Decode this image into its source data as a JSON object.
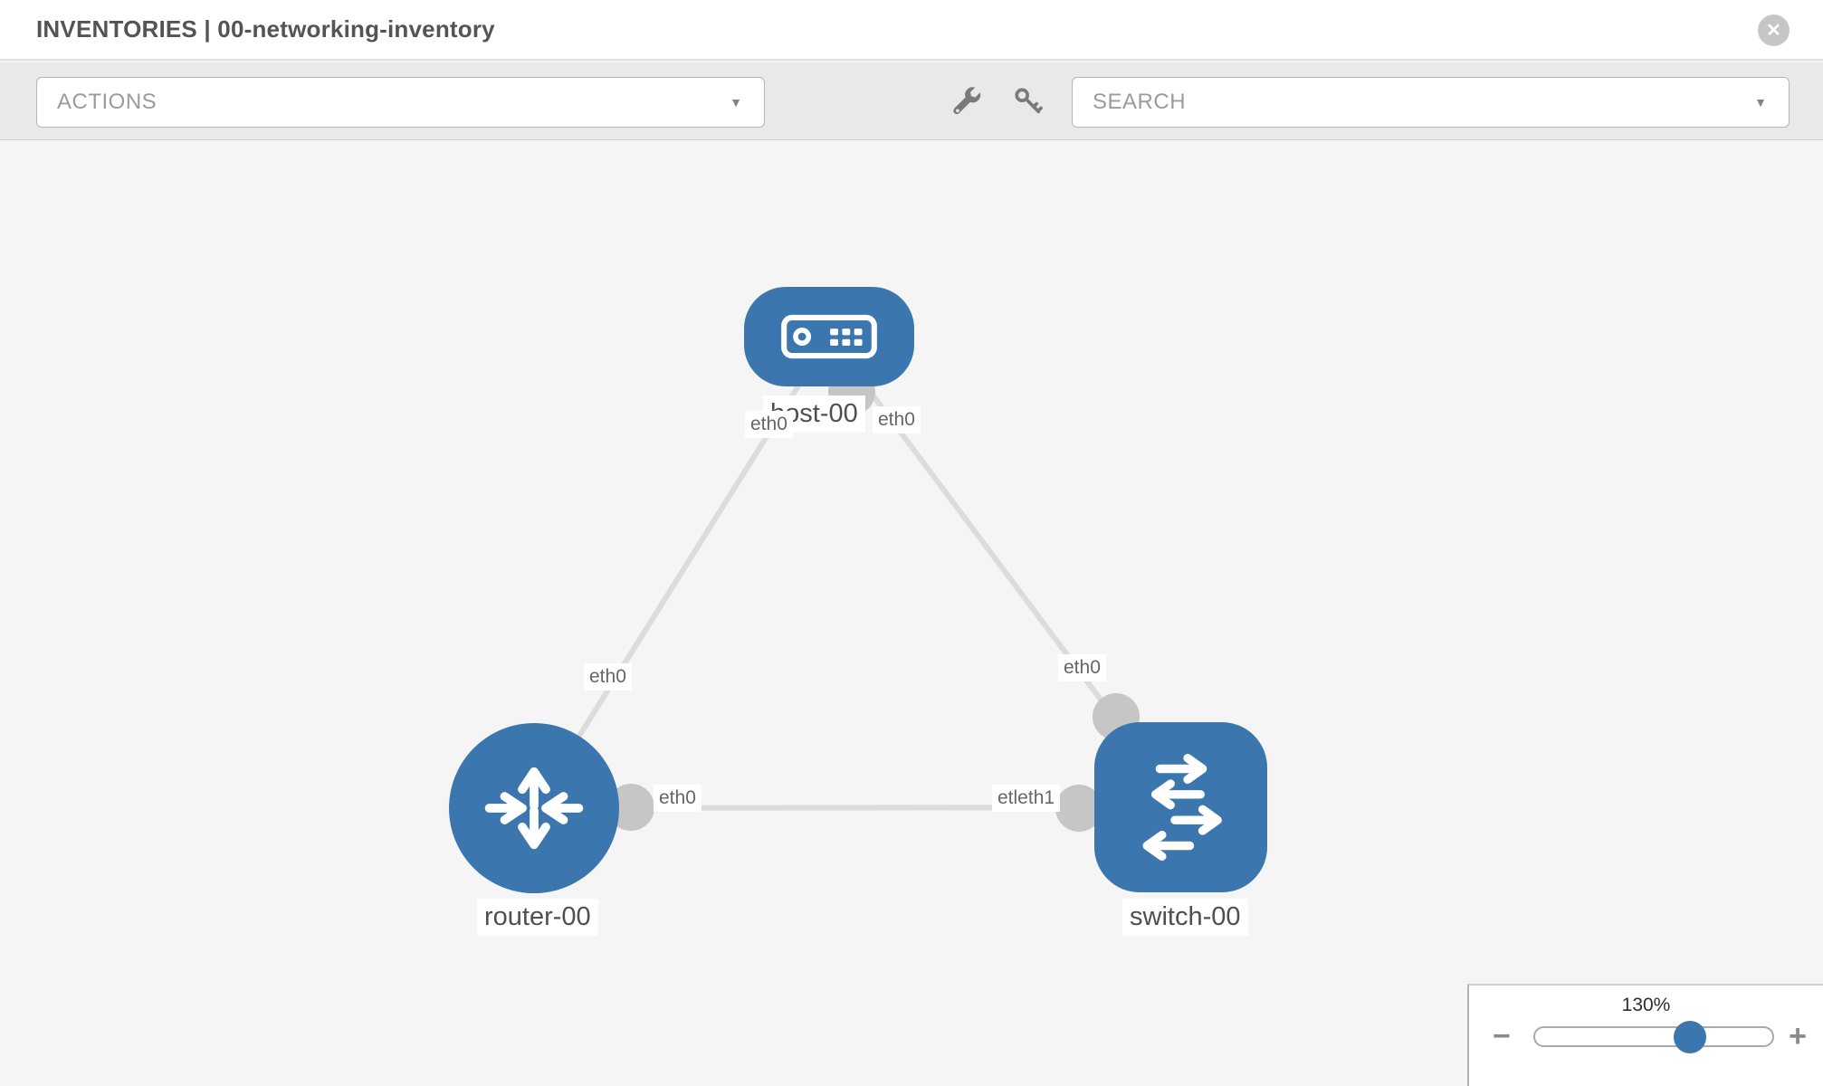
{
  "header": {
    "title": "INVENTORIES | 00-networking-inventory"
  },
  "toolbar": {
    "actions_placeholder": "ACTIONS",
    "search_placeholder": "SEARCH",
    "caret": "▼",
    "icons": [
      "wrench-icon",
      "key-icon"
    ]
  },
  "topology": {
    "colors": {
      "node_fill": "#3b76af",
      "link": "#dcdcdc",
      "port": "#c6c6c6",
      "canvas": "#f5f5f5"
    },
    "nodes": [
      {
        "id": "host-00",
        "label": "host-00",
        "type": "host"
      },
      {
        "id": "router-00",
        "label": "router-00",
        "type": "router"
      },
      {
        "id": "switch-00",
        "label": "switch-00",
        "type": "switch"
      }
    ],
    "links": [
      {
        "from": "host-00",
        "to": "router-00"
      },
      {
        "from": "host-00",
        "to": "switch-00"
      },
      {
        "from": "router-00",
        "to": "switch-00"
      }
    ],
    "if_labels": {
      "host_left": "eth0",
      "host_right": "eth0",
      "router_top": "eth0",
      "switch_top": "eth0",
      "middle_left": "eth0",
      "middle_right": "etleth1"
    }
  },
  "zoom_control": {
    "value": "130%",
    "minus_label": "−",
    "plus_label": "+"
  },
  "close_label": "✕"
}
